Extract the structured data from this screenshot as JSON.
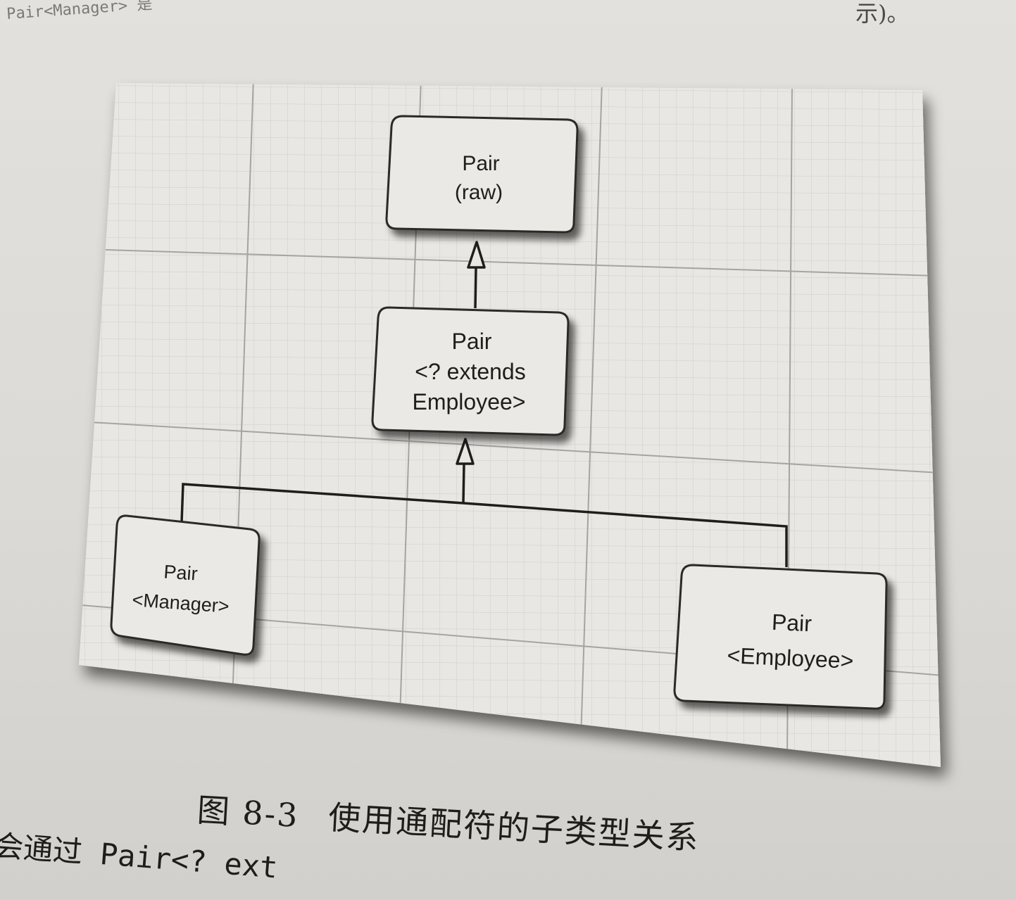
{
  "header_fragment_left": "Pair<Manager> 是",
  "header_fragment_right": "示)。",
  "diagram": {
    "nodes": [
      {
        "id": "raw",
        "lines": [
          "Pair",
          "(raw)"
        ]
      },
      {
        "id": "wildcard",
        "lines": [
          "Pair",
          "<? extends",
          "Employee>"
        ]
      },
      {
        "id": "manager",
        "lines": [
          "Pair",
          "<Manager>"
        ]
      },
      {
        "id": "employee",
        "lines": [
          "Pair",
          "<Employee>"
        ]
      }
    ],
    "edges": [
      {
        "from": "wildcard",
        "to": "raw",
        "kind": "inheritance-arrow"
      },
      {
        "from": "manager",
        "to": "wildcard",
        "kind": "inheritance-arrow"
      },
      {
        "from": "employee",
        "to": "wildcard",
        "kind": "inheritance-arrow"
      }
    ],
    "background": "grid-paper",
    "colors": {
      "box_fill": "#ebe9e5",
      "box_stroke": "#2a2927",
      "grid_major": "#a9a7a3",
      "grid_minor": "#c9c7c3",
      "paper": "#e9e7e3"
    }
  },
  "caption": {
    "figure_number": "图 8-3",
    "text": "使用通配符的子类型关系"
  },
  "body_fragment": "会通过 Pair<? ext"
}
